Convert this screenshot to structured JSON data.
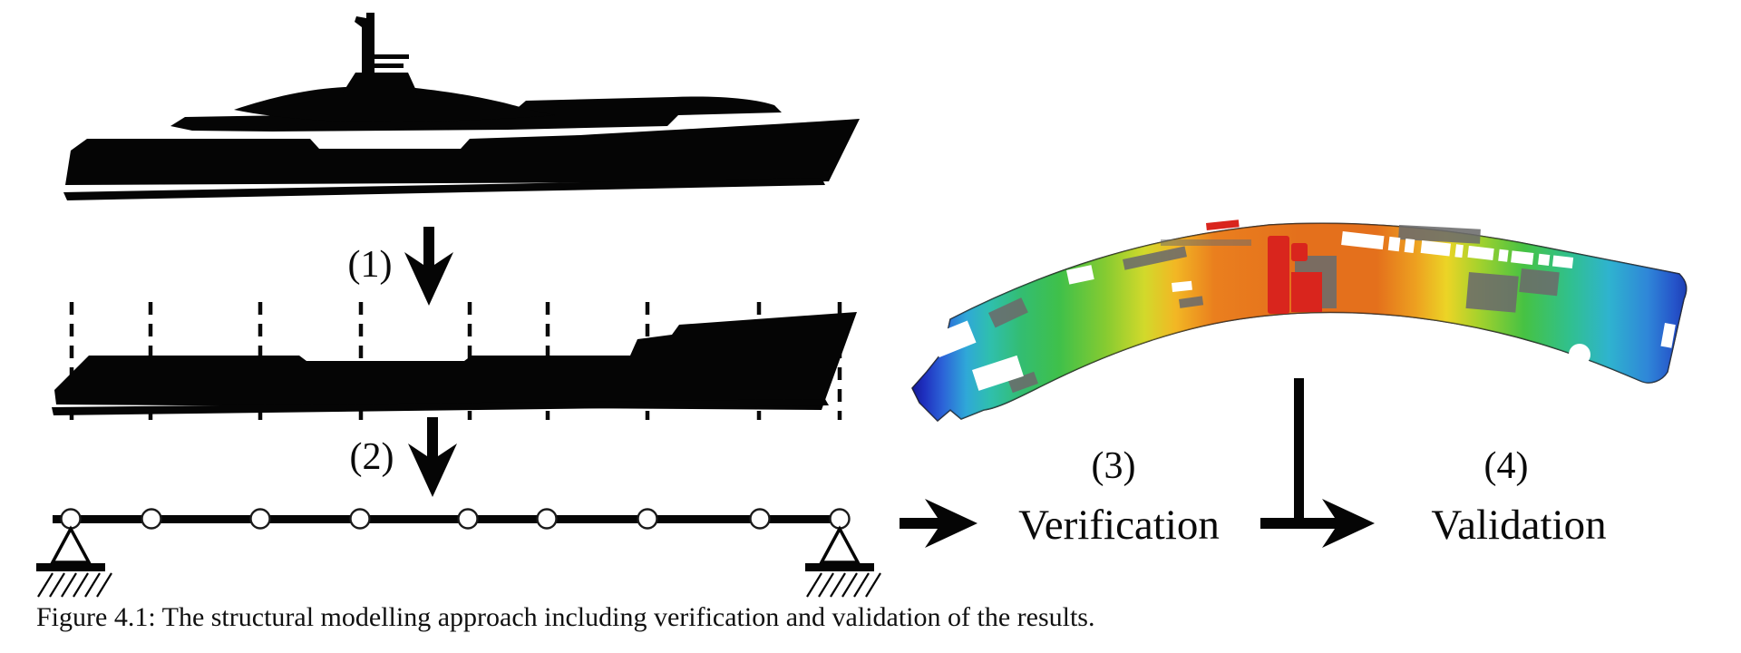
{
  "figure": {
    "caption": "Figure 4.1: The structural modelling approach including verification and validation of the results.",
    "background": "#ffffff",
    "ink_color": "#0a0a0a"
  },
  "steps": {
    "step1_label": "(1)",
    "step2_label": "(2)",
    "step3_label": "(3)",
    "step4_label": "(4)",
    "verification_label": "Verification",
    "validation_label": "Validation"
  },
  "diagram": {
    "sectioned_hull": {
      "section_lines": 9
    },
    "beam_model": {
      "nodes": 9,
      "supports": 2
    },
    "fem_model": {
      "palette": [
        "#141a96",
        "#2c64d8",
        "#2fa8d8",
        "#33bd72",
        "#3fc04a",
        "#86cb31",
        "#d2d92b",
        "#f2b724",
        "#e4701c",
        "#d9251d"
      ],
      "grey": "#6b6b6b"
    }
  }
}
